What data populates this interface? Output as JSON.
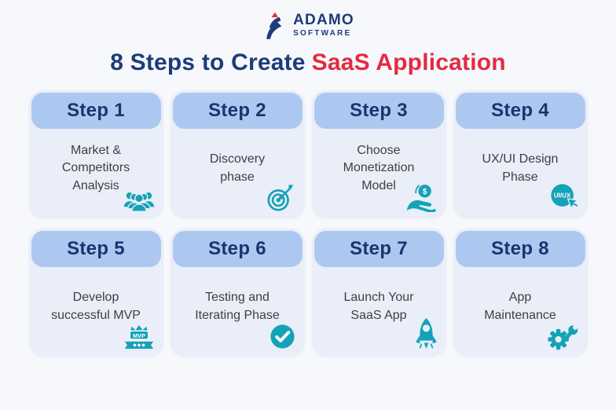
{
  "brand": {
    "name": "ADAMO",
    "subname": "SOFTWARE"
  },
  "title": {
    "part1": "8 Steps to Create",
    "part2": "SaaS Application"
  },
  "colors": {
    "background": "#f7f8fc",
    "card_bg": "#e9eef8",
    "pill_bg": "#adc8f0",
    "navy": "#1d3c78",
    "step_navy": "#19356e",
    "body_text": "#3f3f3f",
    "accent_red": "#e22b41",
    "icon_teal": "#14a2b8",
    "logo_red": "#d9363f"
  },
  "steps": [
    {
      "label": "Step 1",
      "title": "Market &\nCompetitors\nAnalysis",
      "icon": "team-icon"
    },
    {
      "label": "Step 2",
      "title": "Discovery\nphase",
      "icon": "target-dart-icon"
    },
    {
      "label": "Step 3",
      "title": "Choose\nMonetization\nModel",
      "icon": "money-hand-icon"
    },
    {
      "label": "Step 4",
      "title": "UX/UI Design\nPhase",
      "icon": "ui-ux-cursor-icon"
    },
    {
      "label": "Step 5",
      "title": "Develop\nsuccessful MVP",
      "icon": "mvp-badge-icon"
    },
    {
      "label": "Step 6",
      "title": "Testing and\nIterating Phase",
      "icon": "check-circle-icon"
    },
    {
      "label": "Step 7",
      "title": "Launch Your\nSaaS App",
      "icon": "rocket-icon"
    },
    {
      "label": "Step 8",
      "title": "App\nMaintenance",
      "icon": "gear-wrench-icon"
    }
  ],
  "icon_texts": {
    "dollar": "$",
    "uiux": "UI/UX",
    "mvp": "MVP"
  }
}
